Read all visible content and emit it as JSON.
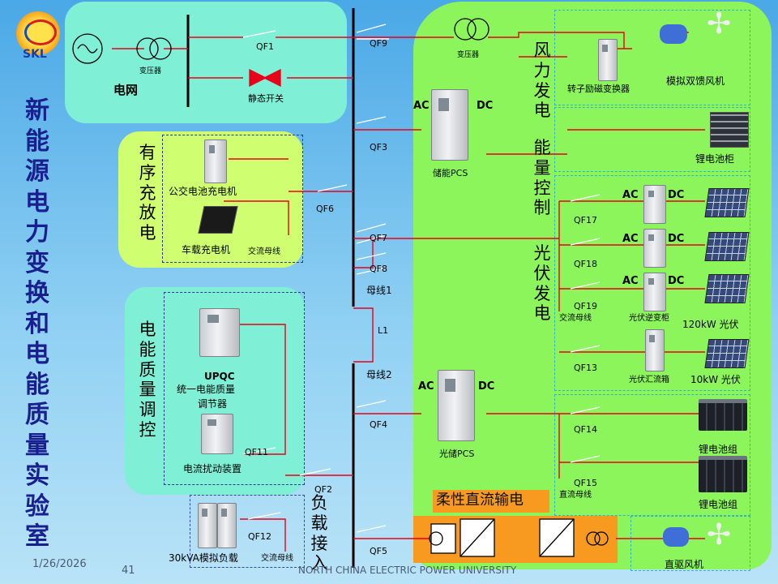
{
  "logo": {
    "text": "SKL"
  },
  "title_vertical": "新能源电力变换和电能质量实验室",
  "grid": {
    "label": "电网",
    "transformer": "变压器",
    "qf1": "QF1",
    "static_switch": "静态开关"
  },
  "ordered_charge": {
    "label": "有序充放电",
    "bus_charger": "公交电池充电机",
    "ev_charger": "车载充电机",
    "ac_bus": "交流母线"
  },
  "power_quality": {
    "label": "电能质量调控",
    "upqc": "UPQC",
    "upqc_desc1": "统一电能质量",
    "upqc_desc2": "调节器",
    "disturbance": "电流扰动装置",
    "qf11": "QF11"
  },
  "load": {
    "label": "负载接入",
    "dummy": "30kVA模拟负载",
    "qf12": "QF12",
    "ac_bus": "交流母线"
  },
  "bus": {
    "bus1": "母线1",
    "bus2": "母线2",
    "l1": "L1"
  },
  "breakers": {
    "qf9": "QF9",
    "qf3": "QF3",
    "qf6": "QF6",
    "qf7": "QF7",
    "qf8": "QF8",
    "qf4": "QF4",
    "qf2": "QF2",
    "qf5": "QF5"
  },
  "wind": {
    "label": "风力发电",
    "transformer": "变压器",
    "converter": "转子励磁变换器",
    "dfig": "模拟双馈风机"
  },
  "storage": {
    "label": "能量控制",
    "pcs": "储能PCS",
    "ac": "AC",
    "dc": "DC",
    "battery_cabinet": "锂电池柜"
  },
  "pv": {
    "label": "光伏发电",
    "qf17": "QF17",
    "qf18": "QF18",
    "qf19": "QF19",
    "qf13": "QF13",
    "ac_bus": "交流母线",
    "inverter": "光伏逆变柜",
    "combiner": "光伏汇流箱",
    "pv120": "120kW 光伏",
    "pv10": "10kW 光伏",
    "ac": "AC",
    "dc": "DC"
  },
  "pv_storage": {
    "pcs": "光储PCS",
    "ac": "AC",
    "dc": "DC",
    "qf14": "QF14",
    "qf15": "QF15",
    "dc_bus": "直流母线",
    "battery1": "锂电池组",
    "battery2": "锂电池组"
  },
  "flex_dc": {
    "label": "柔性直流输电",
    "direct_drive": "直驱风机"
  },
  "footer": {
    "date": "1/26/2026",
    "page": "41",
    "org": "NORTH CHINA ELECTRIC POWER UNIVERSITY"
  }
}
